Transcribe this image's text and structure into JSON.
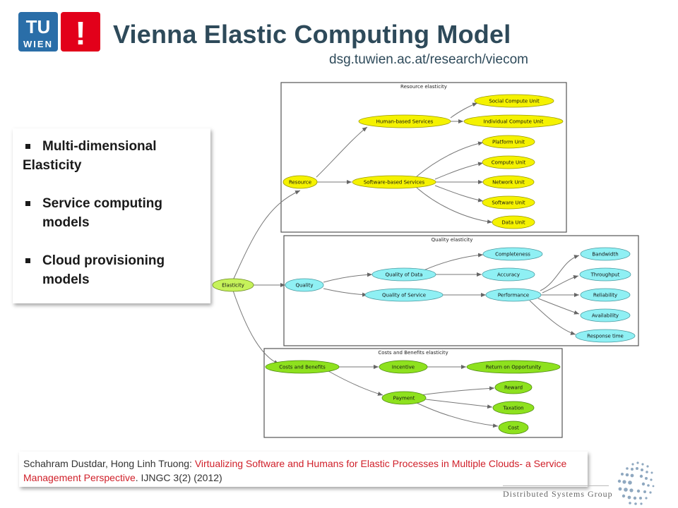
{
  "header": {
    "logo": {
      "line1": "TU",
      "line2": "WIEN",
      "mark": "!"
    },
    "title": "Vienna Elastic Computing Model",
    "subtitle": "dsg.tuwien.ac.at/research/viecom"
  },
  "bullets": [
    "Multi-dimensional Elasticity",
    "Service computing models",
    "Cloud provisioning models"
  ],
  "diagram": {
    "groups": {
      "resource": "Resource elasticity",
      "quality": "Quality elasticity",
      "costs": "Costs and Benefits elasticity"
    },
    "nodes": {
      "elasticity": "Elasticity",
      "resource": "Resource",
      "human": "Human-based Services",
      "software": "Software-based Services",
      "social": "Social Compute Unit",
      "individual": "Individual Compute Unit",
      "platform": "Platform Unit",
      "compute": "Compute Unit",
      "network": "Network Unit",
      "softunit": "Software Unit",
      "data": "Data Unit",
      "quality": "Quality",
      "qdata": "Quality of Data",
      "qservice": "Quality of Service",
      "completeness": "Completeness",
      "accuracy": "Accuracy",
      "performance": "Performance",
      "bandwidth": "Bandwidth",
      "throughput": "Throughput",
      "reliability": "Reliability",
      "availability": "Availability",
      "response": "Response time",
      "costs": "Costs and Benefits",
      "incentive": "Incentive",
      "roo": "Return on Opportunity",
      "payment": "Payment",
      "reward": "Reward",
      "taxation": "Taxation",
      "cost": "Cost"
    },
    "colors": {
      "yellow": "#f5f200",
      "cyan": "#8ff0f4",
      "green": "#8ee11e",
      "lightgreen": "#c6f25a"
    }
  },
  "reference": {
    "authors": "Schahram Dustdar, Hong Linh Truong: ",
    "paper": "Virtualizing Software and Humans for Elastic Processes in Multiple Clouds- a Service Management Perspective",
    "venue": ". IJNGC 3(2) (2012)"
  },
  "footer": {
    "group_name": "Distributed Systems Group"
  }
}
